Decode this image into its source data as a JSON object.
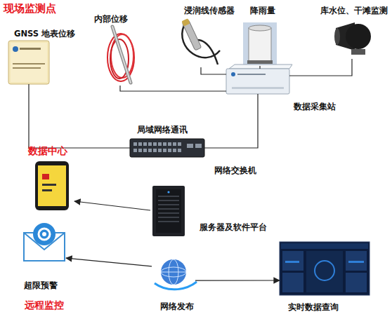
{
  "diagram": {
    "nodes": [
      {
        "text": [
          "GNSS 地表位移"
        ]
      },
      {
        "text": [
          "内部位移"
        ]
      },
      {
        "text": [
          "浸润线传感器"
        ]
      },
      {
        "text": [
          "降雨量"
        ]
      },
      {
        "text": [
          "库水位、干滩监测"
        ]
      },
      {
        "text": [
          "数据采集站"
        ]
      },
      {
        "text": [
          "网络交换机"
        ]
      },
      {
        "text": [
          "服务器及软件平台"
        ]
      },
      {
        "text": [
          "超限预警"
        ]
      },
      {
        "text": [
          "网络发布"
        ]
      },
      {
        "text": [
          "实时数据查询"
        ]
      }
    ],
    "edges": [
      {
        "from": 1,
        "to": 5,
        "arrow": "none"
      },
      {
        "from": 2,
        "to": 5,
        "arrow": "none"
      },
      {
        "from": 3,
        "to": 5,
        "arrow": "none"
      },
      {
        "from": 4,
        "to": 5,
        "arrow": "none"
      },
      {
        "from": 0,
        "to": 6,
        "arrow": "none"
      },
      {
        "from": 5,
        "to": 6,
        "arrow": "none"
      },
      {
        "from": 9,
        "to": 8,
        "arrow": "to"
      },
      {
        "from": 9,
        "to": 10,
        "arrow": "to"
      }
    ],
    "labels": [
      "现场监测点",
      "局域网络通讯",
      "数据中心",
      "远程监控"
    ]
  }
}
